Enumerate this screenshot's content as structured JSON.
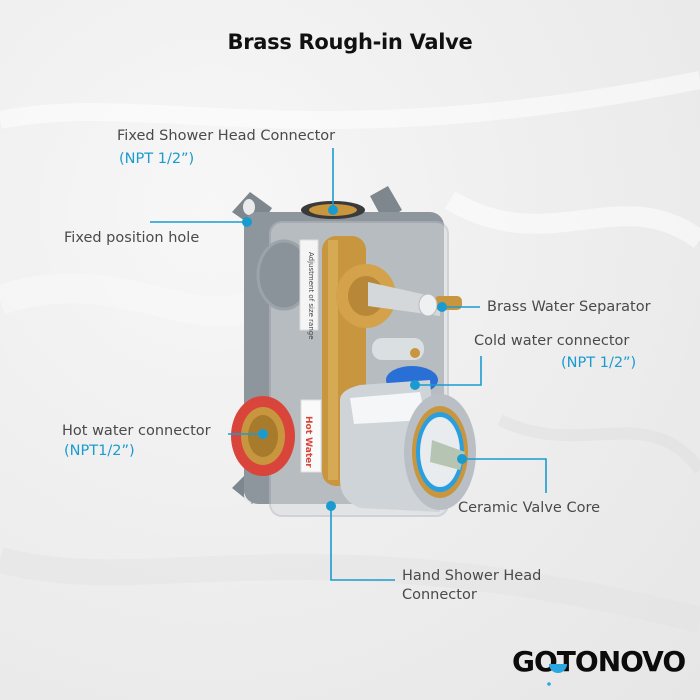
{
  "title": "Brass Rough-in Valve",
  "callouts": {
    "fixed_shower_head": {
      "label": "Fixed Shower Head Connector",
      "spec": "(NPT 1/2”)"
    },
    "fixed_position_hole": {
      "label": "Fixed position hole"
    },
    "brass_water_separator": {
      "label": "Brass Water Separator"
    },
    "cold_water": {
      "label": "Cold water connector",
      "spec": "(NPT 1/2”)"
    },
    "hot_water": {
      "label": "Hot water connector",
      "spec": "(NPT1/2”)"
    },
    "ceramic_valve_core": {
      "label": "Ceramic Valve Core"
    },
    "hand_shower_head": {
      "label_line1": "Hand Shower Head",
      "label_line2": "Connector"
    }
  },
  "product": {
    "hot_water_tag": "Hot Water",
    "range_tag": "Adjustment of size range"
  },
  "brand": {
    "logo_text": "GOTONOVO"
  },
  "colors": {
    "accent": "#1a9bd0",
    "title": "#111111",
    "label": "#4a4a4a",
    "brass": "#c8963e",
    "housing": "#8a9299",
    "hot_ring": "#d9453a",
    "cold_ring": "#2a6fd6"
  }
}
